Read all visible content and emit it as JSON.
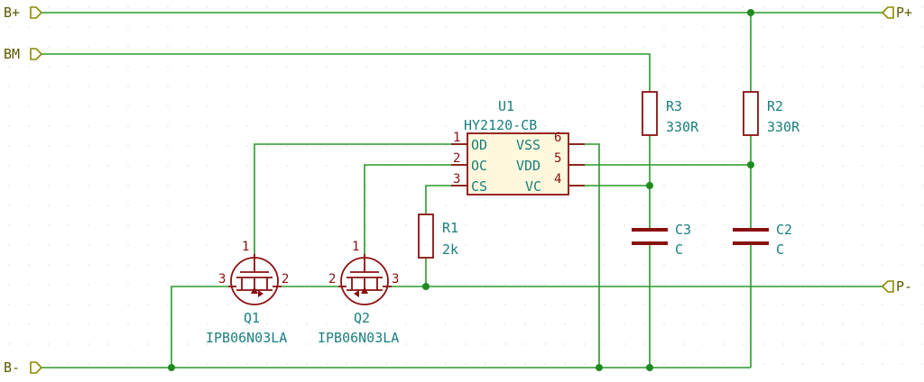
{
  "colors": {
    "wire": "#2a9a2a",
    "component": "#8a1010",
    "component_fill": "#fff8dc",
    "port": "#8a8a00",
    "reference_text": "#1a7f7f",
    "background": "#ffffff"
  },
  "ports": {
    "b_plus": "B+",
    "b_m": "BM",
    "b_minus": "B-",
    "p_plus": "P+",
    "p_minus": "P-"
  },
  "u1": {
    "ref": "U1",
    "value": "HY2120-CB",
    "pins": [
      {
        "num": "1",
        "name": "OD"
      },
      {
        "num": "2",
        "name": "OC"
      },
      {
        "num": "3",
        "name": "CS"
      },
      {
        "num": "6",
        "name": "VSS"
      },
      {
        "num": "5",
        "name": "VDD"
      },
      {
        "num": "4",
        "name": "VC"
      }
    ]
  },
  "r1": {
    "ref": "R1",
    "value": "2k"
  },
  "r2": {
    "ref": "R2",
    "value": "330R"
  },
  "r3": {
    "ref": "R3",
    "value": "330R"
  },
  "c2": {
    "ref": "C2",
    "value": "C"
  },
  "c3": {
    "ref": "C3",
    "value": "C"
  },
  "q1": {
    "ref": "Q1",
    "value": "IPB06N03LA",
    "pin_gate": "1",
    "pin_left": "3",
    "pin_right": "2"
  },
  "q2": {
    "ref": "Q2",
    "value": "IPB06N03LA",
    "pin_gate": "1",
    "pin_left": "2",
    "pin_right": "3"
  }
}
